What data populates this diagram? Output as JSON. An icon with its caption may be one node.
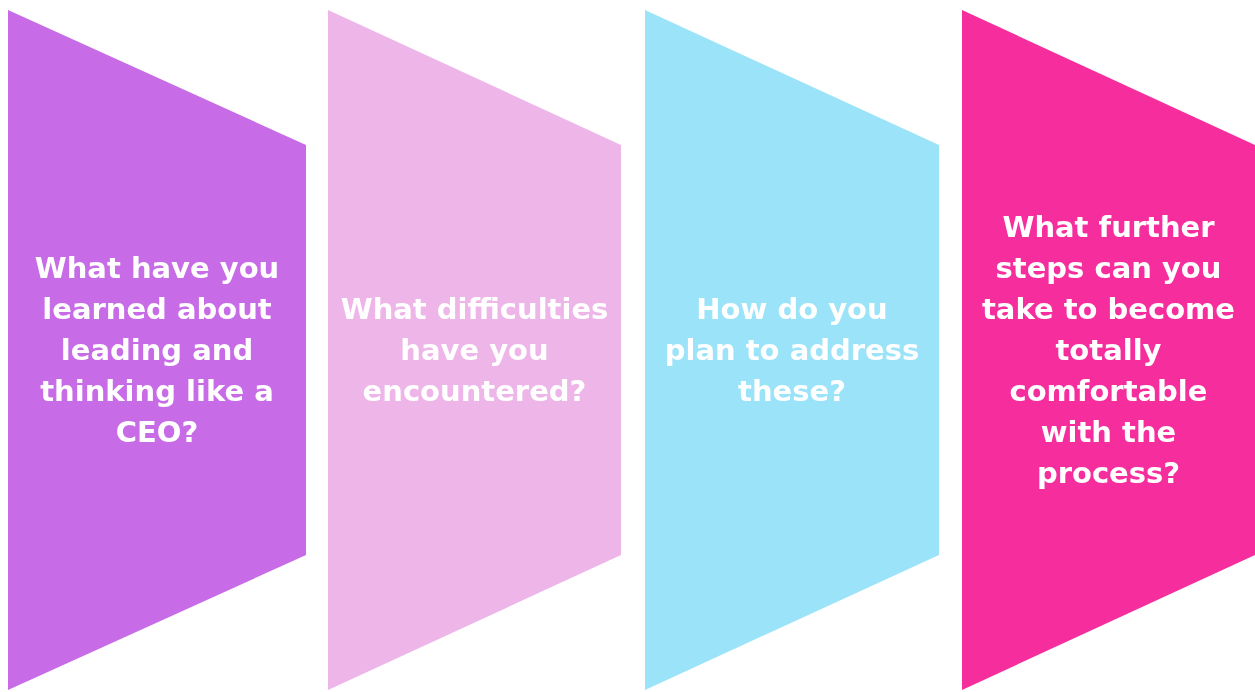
{
  "diagram": {
    "nodes": [
      {
        "text": [
          "What have you learned about leading and thinking like a CEO?"
        ]
      },
      {
        "text": [
          "What difficulties have you encountered?"
        ]
      },
      {
        "text": [
          "How do you plan to address these?"
        ]
      },
      {
        "text": [
          "What further steps can you take to become totally comfortable with the process?"
        ]
      }
    ]
  }
}
